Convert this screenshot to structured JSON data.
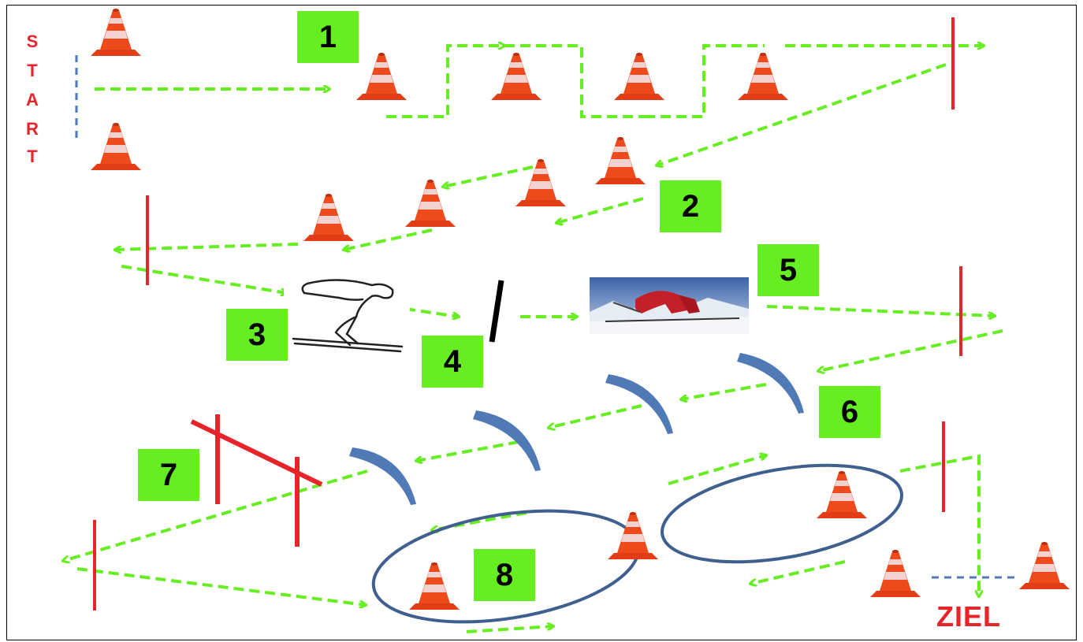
{
  "start": {
    "letters": [
      "S",
      "T",
      "A",
      "R",
      "T"
    ]
  },
  "finish": {
    "label": "ZIEL"
  },
  "stations": [
    "1",
    "2",
    "3",
    "4",
    "5",
    "6",
    "7",
    "8"
  ],
  "colors": {
    "arrow": "#66ee22",
    "gate": "#e8242b",
    "mogul": "#4f7ab5",
    "ring": "#3f5f8f",
    "station_bg": "#66ee22",
    "cone_orange": "#ef4a1c",
    "cone_white": "#f4d2d2"
  },
  "icons": {
    "cone": "traffic-cone-icon",
    "tuck_skier": "tuck-skier-illustration",
    "photo": "skier-photo"
  }
}
